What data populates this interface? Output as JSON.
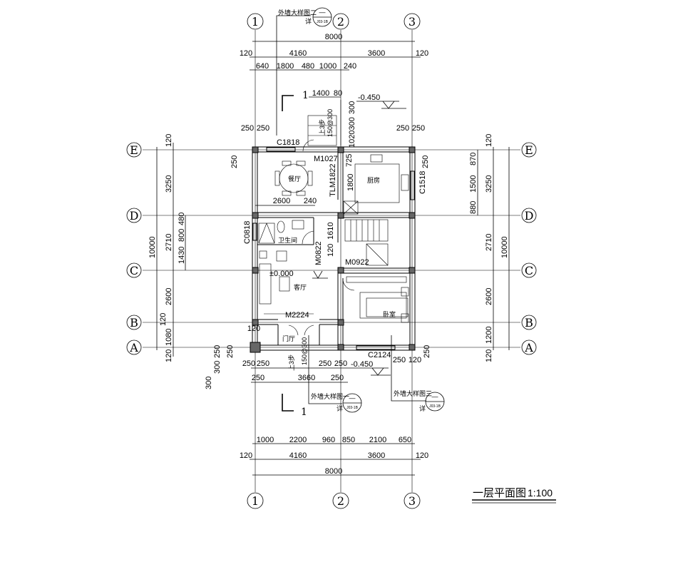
{
  "title": "一层平面图",
  "scale": "1:100",
  "axes": {
    "vertical": [
      "①",
      "②",
      "③"
    ],
    "horizontal": [
      "Ⓔ",
      "Ⓓ",
      "Ⓒ",
      "Ⓑ",
      "Ⓐ"
    ],
    "vertical_labels": [
      "1",
      "2",
      "3"
    ],
    "horizontal_labels": [
      "E",
      "D",
      "C",
      "B",
      "A"
    ]
  },
  "top_dims": {
    "overall": "8000",
    "row2": [
      "120",
      "4160",
      "3600",
      "120"
    ],
    "row3": [
      "640",
      "1800",
      "480",
      "1000",
      "240"
    ],
    "stair": "1400",
    "stair_gap": "80"
  },
  "bottom_dims": {
    "row1": [
      "1000",
      "2200",
      "960",
      "850",
      "2100",
      "650"
    ],
    "row2": [
      "120",
      "4160",
      "3600",
      "120"
    ],
    "overall": "8000"
  },
  "left_dims": {
    "overall": "10000",
    "row": [
      "120",
      "3250",
      "2710",
      "2600",
      "120",
      "1080",
      "120"
    ],
    "window": [
      "480",
      "800",
      "1430"
    ]
  },
  "right_dims": {
    "overall": "10000",
    "row": [
      "120",
      "3250",
      "2710",
      "2600",
      "1200",
      "120"
    ],
    "window": [
      "870",
      "1500",
      "880"
    ]
  },
  "levels": {
    "outside_top": "-0.450",
    "floor": "±0.000",
    "outside_bottom": "-0.450"
  },
  "rooms": {
    "dining": "餐厅",
    "kitchen": "厨房",
    "bathroom": "卫生间",
    "living": "客厅",
    "bedroom": "卧室",
    "foyer": "门厅"
  },
  "openings": {
    "c1818": "C1818",
    "m1027": "M1027",
    "tlm1822": "TLM1822",
    "c1518": "C1518",
    "c0818": "C0818",
    "m0822": "M0822",
    "m0922": "M0922",
    "m2224": "M2224",
    "c2124": "C2124"
  },
  "misc_dims": {
    "k725": "725",
    "k1800": "1800",
    "d2600": "2600",
    "d240": "240",
    "b1610": "1610",
    "b120": "120",
    "t300": "300",
    "t1020300": "1020300",
    "steps_top": "150@300",
    "steps_label": "上3步",
    "w250": "250",
    "w120": "120",
    "w300": "300",
    "f3660": "3660",
    "f500": "150@300"
  },
  "callouts": {
    "detail2": "外墙大样图二",
    "detail1": "外墙大样图一",
    "detail3": "外墙大样图三",
    "detail_prefix": "详",
    "circle_top": "—",
    "circle_bottom": "J03-1B"
  },
  "section": {
    "label": "1"
  }
}
